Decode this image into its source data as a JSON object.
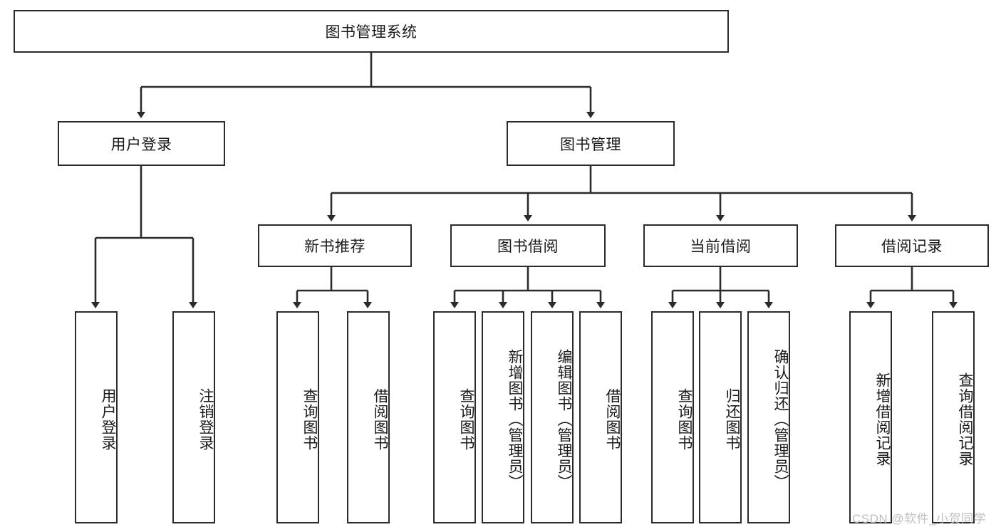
{
  "diagram": {
    "type": "tree-hierarchy",
    "title": "图书管理系统",
    "orientation": "top-down",
    "levels": 4,
    "colors": {
      "box_border": "#2b2b2b",
      "box_fill": "#ffffff",
      "connector": "#2b2b2b",
      "text": "#1a1a1a",
      "watermark": "#bfbfbf",
      "background": "#ffffff"
    }
  },
  "root": {
    "label": "图书管理系统"
  },
  "level2": [
    {
      "label": "用户登录"
    },
    {
      "label": "图书管理"
    }
  ],
  "level3": [
    {
      "label": "新书推荐"
    },
    {
      "label": "图书借阅"
    },
    {
      "label": "当前借阅"
    },
    {
      "label": "借阅记录"
    }
  ],
  "leaves": {
    "user_login": [
      {
        "label": "用户登录"
      },
      {
        "label": "注销登录"
      }
    ],
    "new_book_recommend": [
      {
        "label": "查询图书"
      },
      {
        "label": "借阅图书"
      }
    ],
    "book_borrow": [
      {
        "label": "查询图书"
      },
      {
        "label": "新增图书（管理员）"
      },
      {
        "label": "编辑图书（管理员）"
      },
      {
        "label": "借阅图书"
      }
    ],
    "current_borrow": [
      {
        "label": "查询图书"
      },
      {
        "label": "归还图书"
      },
      {
        "label": "确认归还（管理员）"
      }
    ],
    "borrow_record": [
      {
        "label": "新增借阅记录"
      },
      {
        "label": "查询借阅记录"
      }
    ]
  },
  "watermark": {
    "text": "CSDN @软件_小贺同学"
  }
}
